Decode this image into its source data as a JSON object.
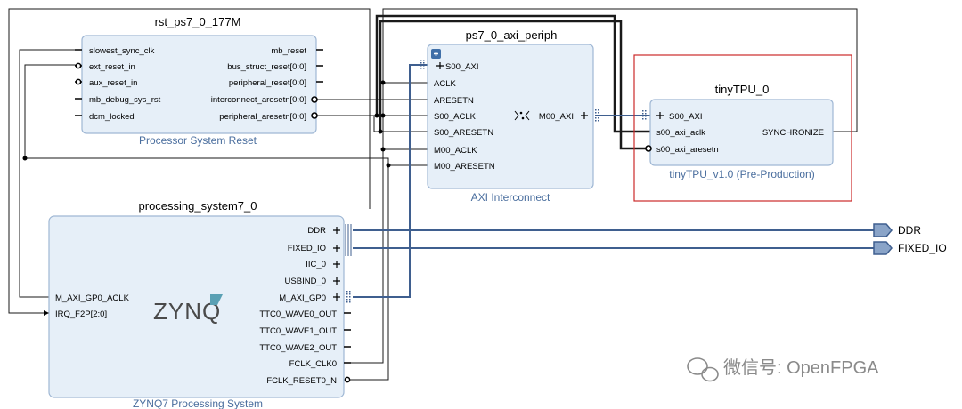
{
  "blocks": {
    "rst": {
      "instance": "rst_ps7_0_177M",
      "ip": "Processor System Reset",
      "left_pins": [
        "slowest_sync_clk",
        "ext_reset_in",
        "aux_reset_in",
        "mb_debug_sys_rst",
        "dcm_locked"
      ],
      "right_pins": [
        "mb_reset",
        "bus_struct_reset[0:0]",
        "peripheral_reset[0:0]",
        "interconnect_aresetn[0:0]",
        "peripheral_aresetn[0:0]"
      ]
    },
    "axi": {
      "instance": "ps7_0_axi_periph",
      "ip": "AXI Interconnect",
      "left_pins": [
        "S00_AXI",
        "ACLK",
        "ARESETN",
        "S00_ACLK",
        "S00_ARESETN",
        "M00_ACLK",
        "M00_ARESETN"
      ],
      "right_pins": [
        "M00_AXI"
      ]
    },
    "tpu": {
      "instance": "tinyTPU_0",
      "ip": "tinyTPU_v1.0 (Pre-Production)",
      "left_pins": [
        "S00_AXI",
        "s00_axi_aclk",
        "s00_axi_aresetn"
      ],
      "right_pins": [
        "SYNCHRONIZE"
      ]
    },
    "ps7": {
      "instance": "processing_system7_0",
      "ip": "ZYNQ7 Processing System",
      "logo": "ZYNQ",
      "left_pins": [
        "M_AXI_GP0_ACLK",
        "IRQ_F2P[2:0]"
      ],
      "right_pins": [
        "DDR",
        "FIXED_IO",
        "IIC_0",
        "USBIND_0",
        "M_AXI_GP0",
        "TTC0_WAVE0_OUT",
        "TTC0_WAVE1_OUT",
        "TTC0_WAVE2_OUT",
        "FCLK_CLK0",
        "FCLK_RESET0_N"
      ]
    }
  },
  "external_ports": [
    "DDR",
    "FIXED_IO"
  ],
  "watermark": "微信号: OpenFPGA",
  "colors": {
    "block_fill": "#e6eff8",
    "block_stroke": "#9fb7d4",
    "highlight": "#cc2a2a",
    "bus": "#3f5f8f",
    "wire": "#1a1a1a",
    "port_fill": "#8aa4c8"
  }
}
